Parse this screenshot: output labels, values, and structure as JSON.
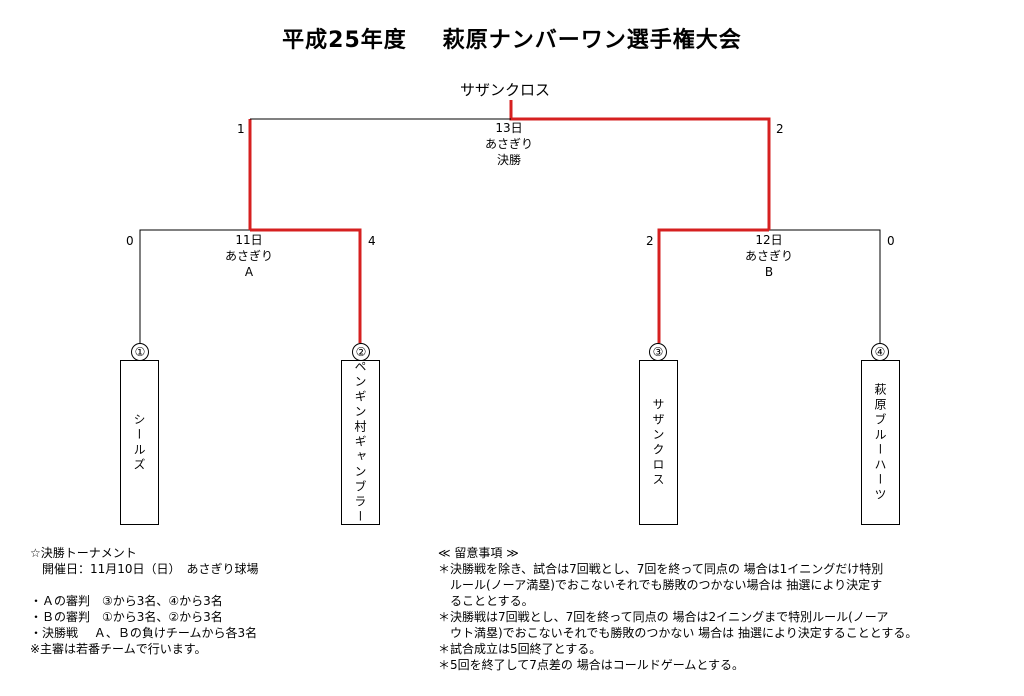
{
  "title": {
    "year": "平成25年度",
    "name": "萩原ナンバーワン選手権大会"
  },
  "winner": "サザンクロス",
  "final": {
    "date": "13日",
    "venue": "あさぎり",
    "label": "決勝",
    "score_left": "1",
    "score_right": "2"
  },
  "semi_a": {
    "date": "11日",
    "venue": "あさぎり",
    "label": "A",
    "score_left": "0",
    "score_right": "4"
  },
  "semi_b": {
    "date": "12日",
    "venue": "あさぎり",
    "label": "B",
    "score_left": "2",
    "score_right": "0"
  },
  "teams": [
    {
      "seed": "①",
      "name": "シールズ"
    },
    {
      "seed": "②",
      "name": "ペンギン村ギャンブラー"
    },
    {
      "seed": "③",
      "name": "サザンクロス"
    },
    {
      "seed": "④",
      "name": "萩原ブルーハーツ"
    }
  ],
  "colors": {
    "win_line": "#d62020",
    "line": "#000000"
  },
  "notes_left": {
    "heading": "☆決勝トーナメント",
    "schedule": "　開催日：11月10日（日）　あさぎり球場",
    "lines": [
      "・Ａの審判　③から3名、④から3名",
      "・Ｂの審判　①から3名、②から3名",
      "・決勝戦　 Ａ、Ｂの負けチームから各3名",
      "※主審は若番チームで行います。"
    ]
  },
  "notes_right": {
    "heading": "≪ 留意事項 ≫",
    "lines": [
      "＊決勝戦を除き、試合は7回戦とし、7回を終って同点の 場合は1イニングだけ特別",
      "　ルール(ノーア満塁)でおこないそれでも勝敗のつかない場合は 抽選により決定す",
      "　ることとする。",
      "＊決勝戦は7回戦とし、7回を終って同点の 場合は2イニングまで特別ルール(ノーア",
      "　ウト満塁)でおこないそれでも勝敗のつかない 場合は 抽選により決定することとする。",
      "＊試合成立は5回終了とする。",
      "＊5回を終了して7点差の 場合はコールドゲームとする。"
    ]
  }
}
